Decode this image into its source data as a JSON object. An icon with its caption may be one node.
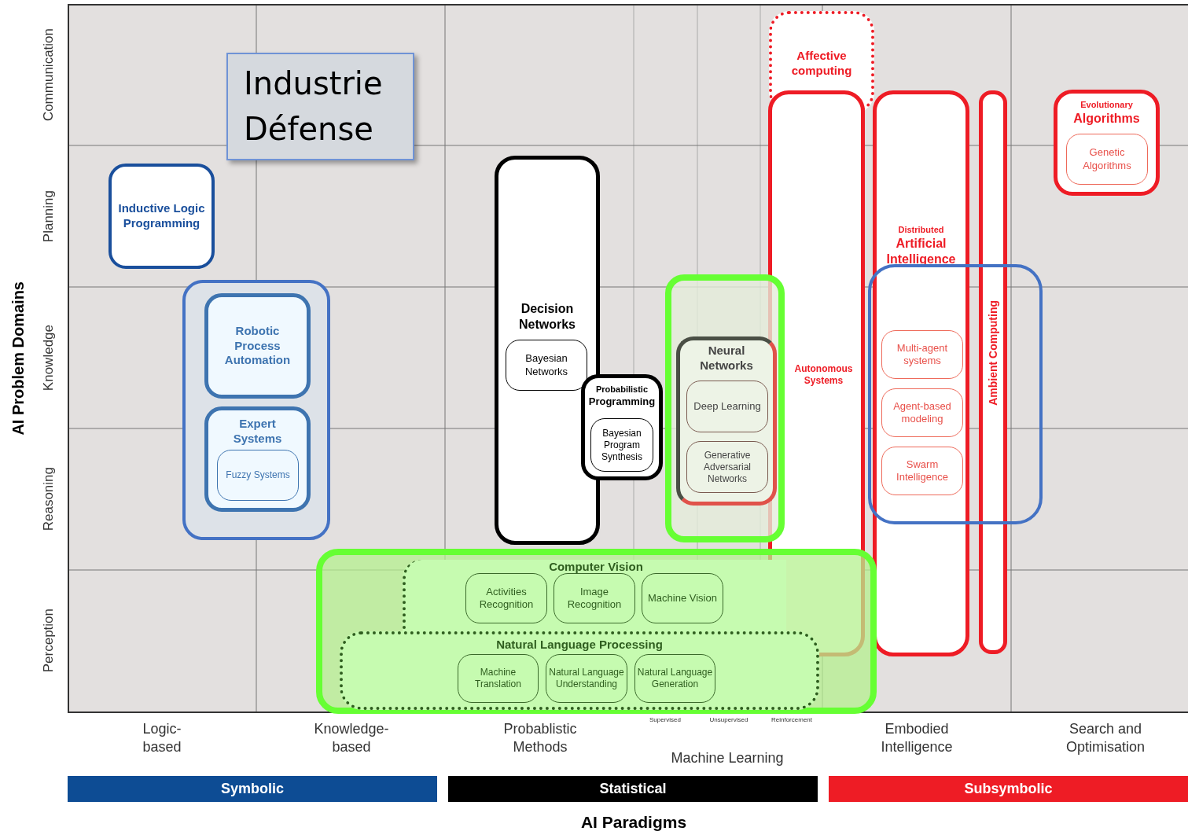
{
  "diagram": {
    "nodes": [
      {
        "text": [
          "Industrie Défense"
        ]
      },
      {
        "text": [
          "Inductive Logic Programming"
        ]
      },
      {
        "text": [],
        "shape": "box"
      },
      {
        "text": [
          "Robotic Process Automation"
        ],
        "in": 2
      },
      {
        "text": [
          "Expert Systems"
        ],
        "in": 2
      },
      {
        "text": [
          "Fuzzy Systems"
        ],
        "in": 4
      },
      {
        "text": [
          "Decision Networks"
        ]
      },
      {
        "text": [
          "Bayesian Networks"
        ],
        "in": 6
      },
      {
        "text": [
          "Probabilistic",
          "Programming"
        ]
      },
      {
        "text": [
          "Bayesian Program Synthesis"
        ],
        "in": 8
      },
      {
        "text": [],
        "shape": "box"
      },
      {
        "text": [
          "Neural Networks"
        ],
        "in": 10
      },
      {
        "text": [
          "Deep Learning"
        ],
        "in": 11
      },
      {
        "text": [
          "Generative Adversarial Networks"
        ],
        "in": 11
      },
      {
        "text": [
          "Affective computing"
        ]
      },
      {
        "text": [
          "Autonomous Systems"
        ]
      },
      {
        "text": [
          "Distributed",
          "Artificial Intelligence"
        ]
      },
      {
        "text": [
          "Multi-agent systems"
        ]
      },
      {
        "text": [
          "Agent-based modeling"
        ]
      },
      {
        "text": [
          "Swarm Intelligence"
        ]
      },
      {
        "text": [
          "Ambient Computing"
        ]
      },
      {
        "text": [],
        "shape": "box"
      },
      {
        "text": [
          "Evolutionary",
          "Algorithms"
        ]
      },
      {
        "text": [
          "Genetic Algorithms"
        ],
        "in": 22
      },
      {
        "text": [],
        "shape": "box"
      },
      {
        "text": [
          "Computer Vision"
        ],
        "in": 24
      },
      {
        "text": [
          "Activities Recognition"
        ],
        "in": 25
      },
      {
        "text": [
          "Image Recognition"
        ],
        "in": 25
      },
      {
        "text": [
          "Machine Vision"
        ],
        "in": 25
      },
      {
        "text": [
          "Natural Language Processing"
        ],
        "in": 24
      },
      {
        "text": [
          "Machine Translation"
        ],
        "in": 29
      },
      {
        "text": [
          "Natural Language Understanding"
        ],
        "in": 29
      },
      {
        "text": [
          "Natural Language Generation"
        ],
        "in": 29
      }
    ],
    "labels": [
      "AI Problem Domains",
      "Communication",
      "Planning",
      "Knowledge",
      "Reasoning",
      "Perception",
      "Logic-based",
      "Knowledge-based",
      "Probablistic Methods",
      "Supervised",
      "Unsupervised",
      "Reinforcement",
      "Embodied Intelligence",
      "Search and Optimisation",
      "Machine Learning",
      "Symbolic",
      "Statistical",
      "Subsymbolic",
      "AI Paradigms"
    ]
  }
}
